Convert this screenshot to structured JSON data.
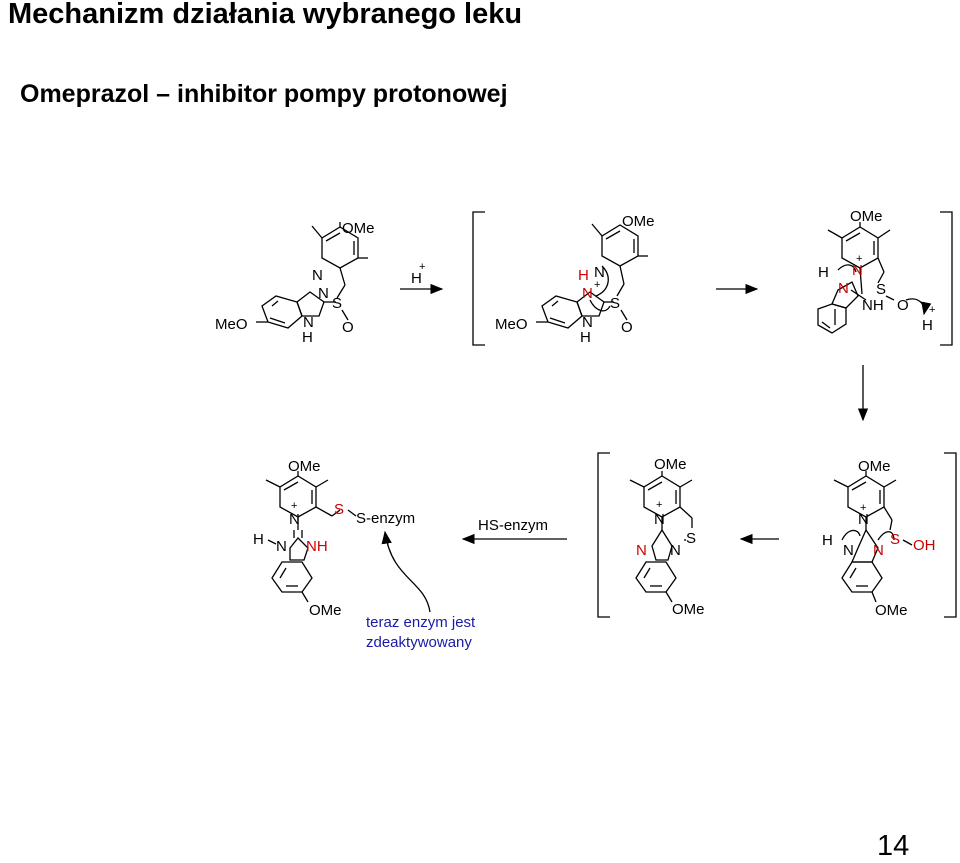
{
  "slide": {
    "title": "Mechanizm działania wybranego leku",
    "subtitle": "Omeprazol – inhibitor pompy protonowej",
    "page_number": "14"
  },
  "labels": {
    "ome": "OMe",
    "meo": "MeO",
    "n": "N",
    "nh": "NH",
    "h": "H",
    "s": "S",
    "o": "O",
    "oh": "OH",
    "plus": "+",
    "s_enzym": "S-enzym",
    "hs_enzym": "HS-enzym"
  },
  "annotation": {
    "line1": "teraz enzym jest",
    "line2": "zdeaktywowany"
  },
  "colors": {
    "highlight": "#cc0000",
    "annotation": "#1a1aa8"
  }
}
